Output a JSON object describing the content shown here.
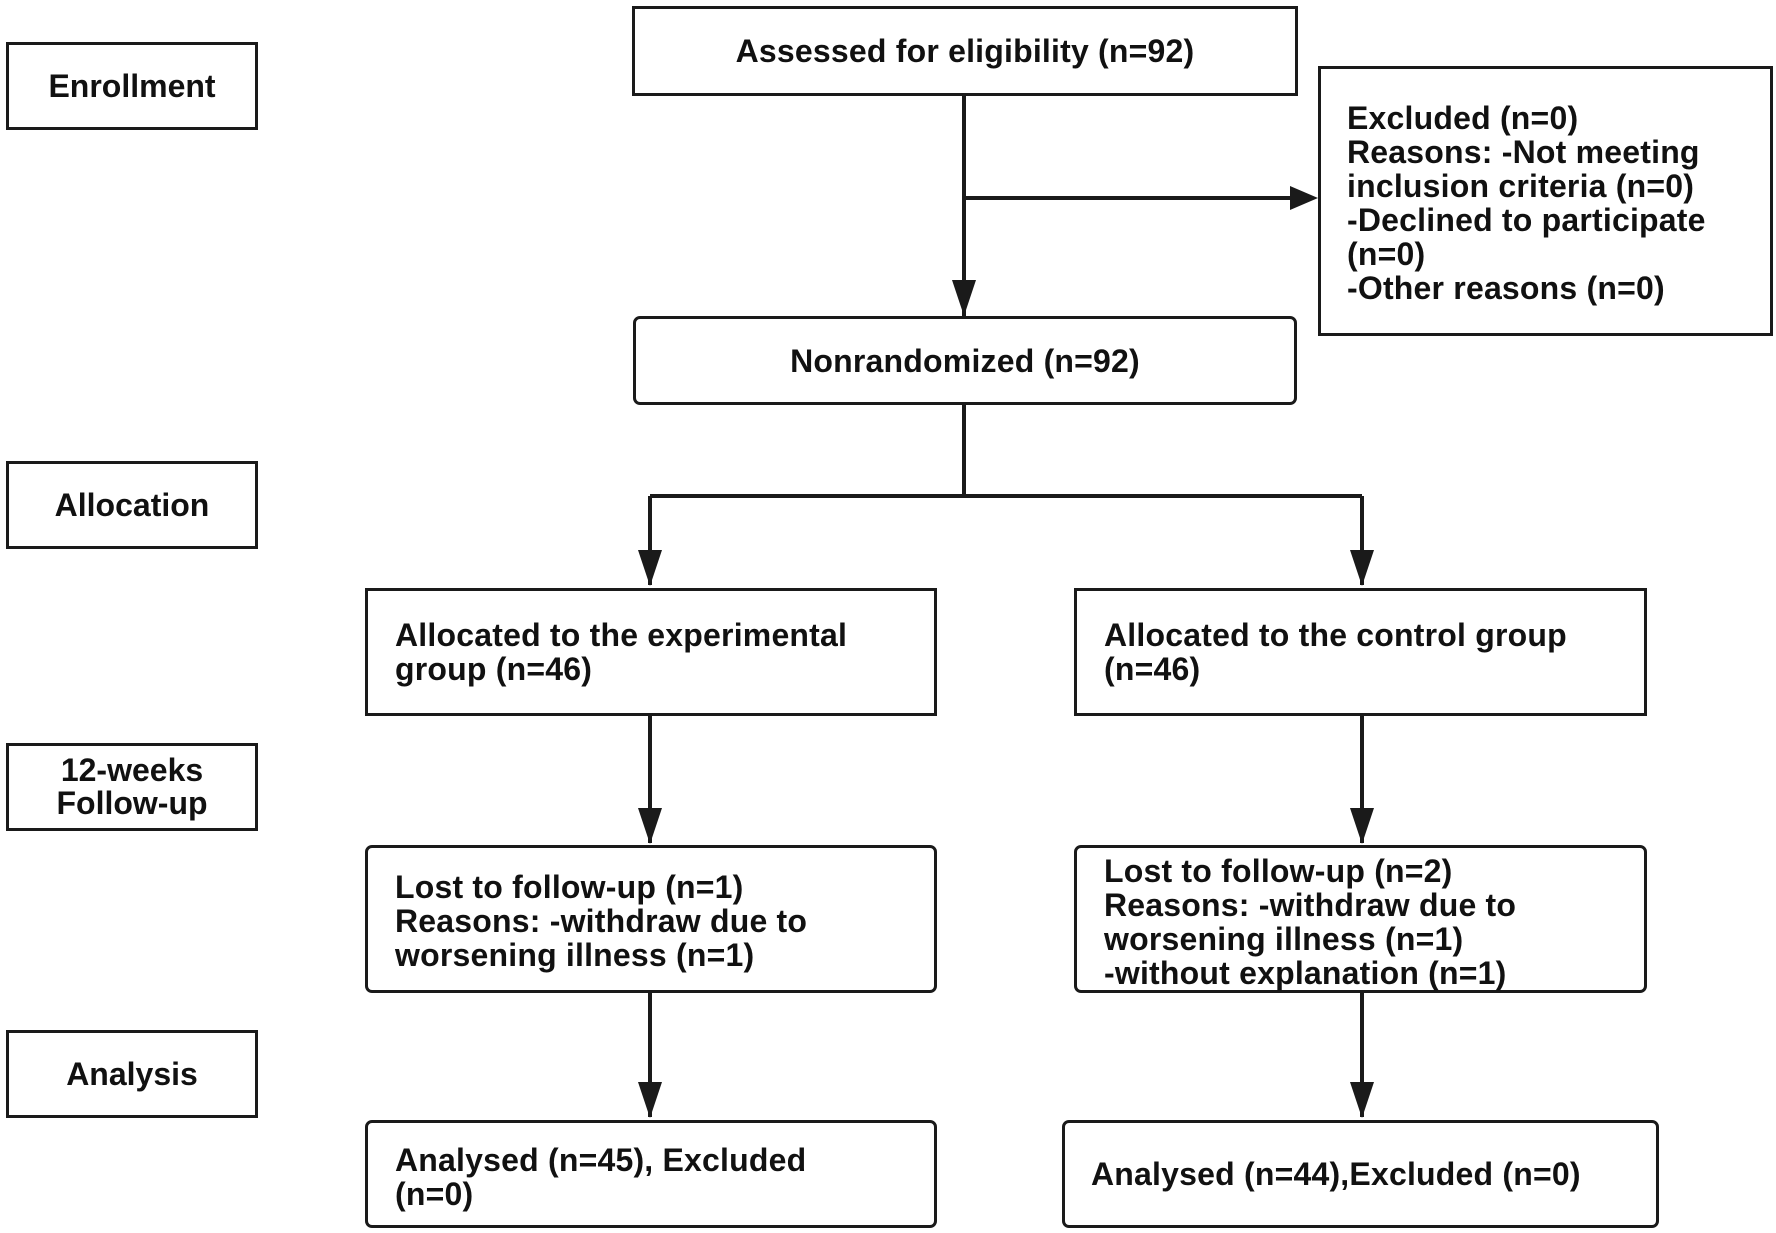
{
  "stages": {
    "enrollment": "Enrollment",
    "allocation": "Allocation",
    "followup": [
      "12-weeks",
      "Follow-up"
    ],
    "analysis": "Analysis"
  },
  "assessed": "Assessed for eligibility (n=92)",
  "excluded": {
    "lines": [
      "Excluded (n=0)",
      "Reasons: -Not meeting",
      "inclusion criteria (n=0)",
      "-Declined to participate",
      "(n=0)",
      "-Other reasons (n=0)"
    ]
  },
  "nonrandomized": "Nonrandomized (n=92)",
  "experimental": {
    "allocated": [
      "Allocated to the experimental",
      "group (n=46)"
    ],
    "lost": [
      "Lost to follow-up (n=1)",
      "Reasons: -withdraw due to",
      "worsening illness (n=1)"
    ],
    "analysed": [
      "Analysed (n=45), Excluded",
      "(n=0)"
    ]
  },
  "control": {
    "allocated": [
      "Allocated to the control group",
      "(n=46)"
    ],
    "lost": [
      "Lost to follow-up (n=2)",
      "Reasons: -withdraw due to",
      "worsening illness (n=1)",
      "-without explanation (n=1)"
    ],
    "analysed": "Analysed (n=44),Excluded (n=0)"
  }
}
